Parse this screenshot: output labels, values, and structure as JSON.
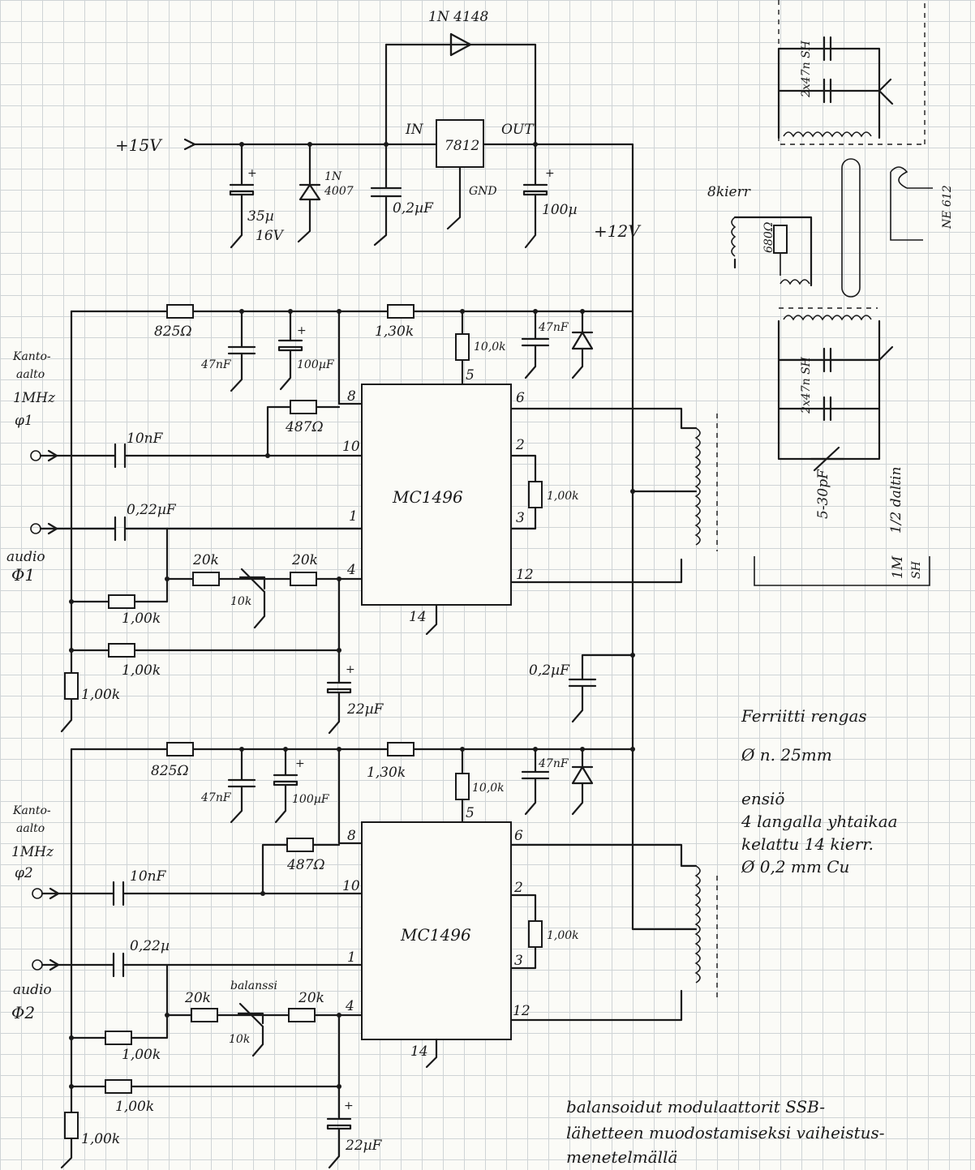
{
  "diode_top": "1N 4148",
  "regulator": {
    "name": "7812",
    "in": "IN",
    "out": "OUT",
    "gnd": "GND"
  },
  "supply": {
    "input": "+15V",
    "output": "+12V"
  },
  "reg_parts": {
    "c1": "35µ",
    "c1v": "16V",
    "d1a": "1N",
    "d1b": "4007",
    "c2": "0,2µF",
    "c3": "100µ"
  },
  "mod1": {
    "ic": "MC1496",
    "carrier": [
      "Kanto-",
      "aalto",
      "1MHz",
      "φ1"
    ],
    "audio": [
      "audio",
      "Φ1"
    ],
    "r825": "825Ω",
    "c47": "47nF",
    "c100": "100µF",
    "r130": "1,30k",
    "r10": "10,0k",
    "c47b": "47nF",
    "r487": "487Ω",
    "c10n": "10nF",
    "c022": "0,22µF",
    "r1k": "1,00k",
    "r20a": "20k",
    "r20b": "20k",
    "pot": "10k",
    "r1a": "1,00k",
    "r1b": "1,00k",
    "r1c": "1,00k",
    "c22": "22µF",
    "c02": "0,2µF",
    "pins": {
      "p8": "8",
      "p10": "10",
      "p1": "1",
      "p4": "4",
      "p5": "5",
      "p6": "6",
      "p2": "2",
      "p3": "3",
      "p12": "12",
      "p14": "14"
    }
  },
  "mod2": {
    "ic": "MC1496",
    "carrier": [
      "Kanto-",
      "aalto",
      "1MHz",
      "φ2"
    ],
    "audio": [
      "audio",
      "Φ2"
    ],
    "r825": "825Ω",
    "c47": "47nF",
    "c100": "100µF",
    "r130": "1,30k",
    "r10": "10,0k",
    "c47b": "47nF",
    "r487": "487Ω",
    "c10n": "10nF",
    "c022": "0,22µ",
    "r1k": "1,00k",
    "r20a": "20k",
    "r20b": "20k",
    "pot": "10k",
    "balans": "balanssi",
    "r1a": "1,00k",
    "r1b": "1,00k",
    "r1c": "1,00k",
    "c22": "22µF",
    "pins": {
      "p8": "8",
      "p10": "10",
      "p1": "1",
      "p4": "4",
      "p5": "5",
      "p6": "6",
      "p2": "2",
      "p3": "3",
      "p12": "12",
      "p14": "14"
    }
  },
  "right_side": {
    "cap1": "2x47n SH",
    "cap2": "2x47n SH",
    "turns": "8kierr",
    "r680": "680Ω",
    "ne": "NE 612",
    "trim": "5-30pF",
    "coil": "1M",
    "coil_b": "SH",
    "half": "1/2 daltin"
  },
  "ferrite_note": [
    "Ferriitti rengas",
    "Ø n. 25mm",
    "ensiö",
    "4 langalla yhtaikaa",
    "kelattu 14 kierr.",
    "Ø 0,2 mm Cu"
  ],
  "caption": [
    "balansoidut modulaattorit SSB-",
    "lähetteen muodostamiseksi vaiheistus-",
    "menetelmällä"
  ]
}
